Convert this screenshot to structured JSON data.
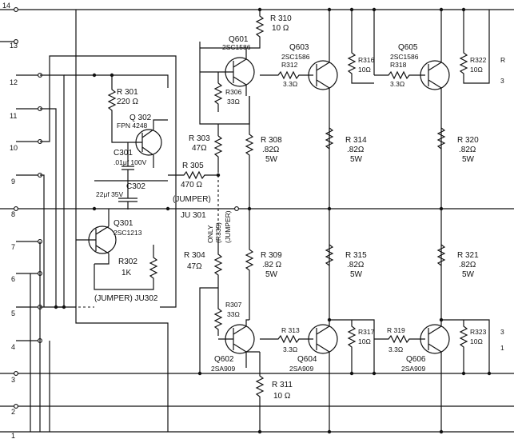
{
  "connector_pins": [
    "14",
    "13",
    "12",
    "11",
    "10",
    "9",
    "8",
    "7",
    "6",
    "5",
    "4",
    "3",
    "2",
    "1"
  ],
  "labels": {
    "r310": "R 310",
    "r310_val": "10 Ω",
    "q601": "Q601",
    "q601_type": "2SC1586",
    "r306": "R306",
    "r306_val": "33Ω",
    "q603": "Q603",
    "q603_type": "2SC1586",
    "r312": "R312",
    "r312_val": "3.3Ω",
    "r316": "R316",
    "r316_val": "10Ω",
    "q605": "Q605",
    "q605_type": "2SC1586",
    "r318": "R318",
    "r318_val": "3.3Ω",
    "r322": "R322",
    "r322_val": "10Ω",
    "r301": "R 301",
    "r301_val": "220 Ω",
    "q302": "Q 302",
    "q302_type": "FPN 4248",
    "c301": "C301",
    "c301_val": ".01μf 100V",
    "r303": "R 303",
    "r303_val": "47Ω",
    "r308": "R 308",
    "r308_val": ".82Ω",
    "r308_w": "5W",
    "r314": "R 314",
    "r314_val": ".82Ω",
    "r314_w": "5W",
    "r320": "R 320",
    "r320_val": ".82Ω",
    "r320_w": "5W",
    "r305": "R 305",
    "r305_val": "470 Ω",
    "c302": "C302",
    "c302_val": "22μf 35V",
    "jumper_top": "(JUMPER)",
    "ju301": "JU 301",
    "r339_only": "ONLY",
    "r339": "(R339)",
    "jumper_vert": "(JUMPER)",
    "q301": "Q301",
    "q301_type": "2SC1213",
    "r304": "R 304",
    "r304_val": "47Ω",
    "r309": "R 309",
    "r309_val": ".82 Ω",
    "r309_w": "5W",
    "r315": "R 315",
    "r315_val": ".82Ω",
    "r315_w": "5W",
    "r321": "R 321",
    "r321_val": ".82Ω",
    "r321_w": "5W",
    "r302": "R302",
    "r302_val": "1K",
    "jumper_bottom": "(JUMPER) JU302",
    "r307": "R307",
    "r307_val": "33Ω",
    "r313": "R 313",
    "r313_val": "3.3Ω",
    "r317": "R317",
    "r317_val": "10Ω",
    "r319": "R 319",
    "r319_val": "3.3Ω",
    "r323": "R323",
    "r323_val": "10Ω",
    "q602": "Q602",
    "q602_type": "2SA909",
    "q604": "Q604",
    "q604_type": "2SA909",
    "q606": "Q606",
    "q606_type": "2SA909",
    "r311": "R 311",
    "r311_val": "10 Ω",
    "cut_r": "R",
    "cut_3": "3",
    "cut_1": "1"
  }
}
